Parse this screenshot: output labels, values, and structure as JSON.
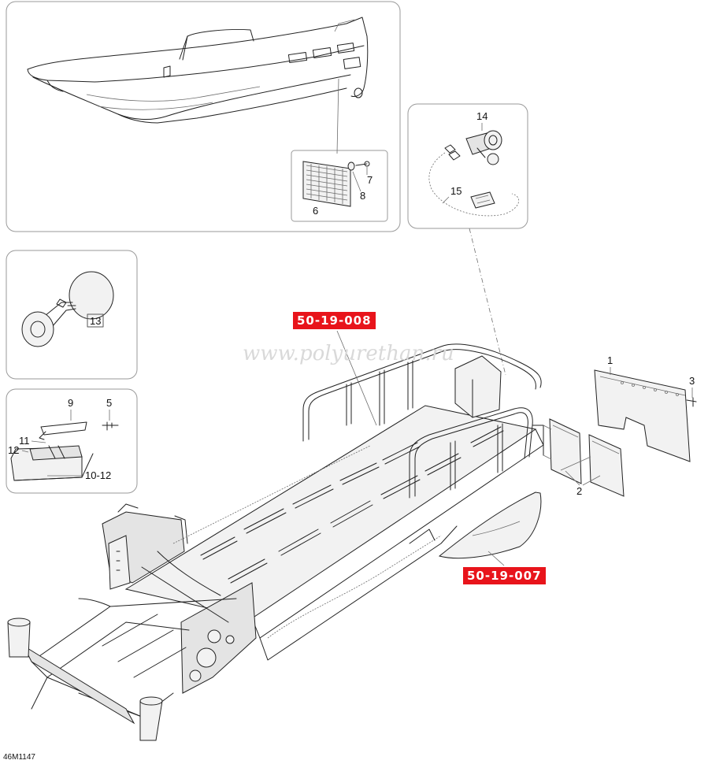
{
  "callouts": {
    "c1": "1",
    "c2": "2",
    "c3": "3",
    "c5": "5",
    "c6": "6",
    "c7": "7",
    "c8": "8",
    "c9": "9",
    "c10_12": "10-12",
    "c11": "11",
    "c12": "12",
    "c13": "13",
    "c14": "14",
    "c15": "15"
  },
  "reference_tags": {
    "ref_top": "50-19-008",
    "ref_right": "50-19-007"
  },
  "watermark": "www.polyurethan.ru",
  "drawing_id": "46M1147",
  "colors": {
    "tag_red": "#e8141b",
    "line": "#222222",
    "panel_border": "#9a9a9a"
  }
}
